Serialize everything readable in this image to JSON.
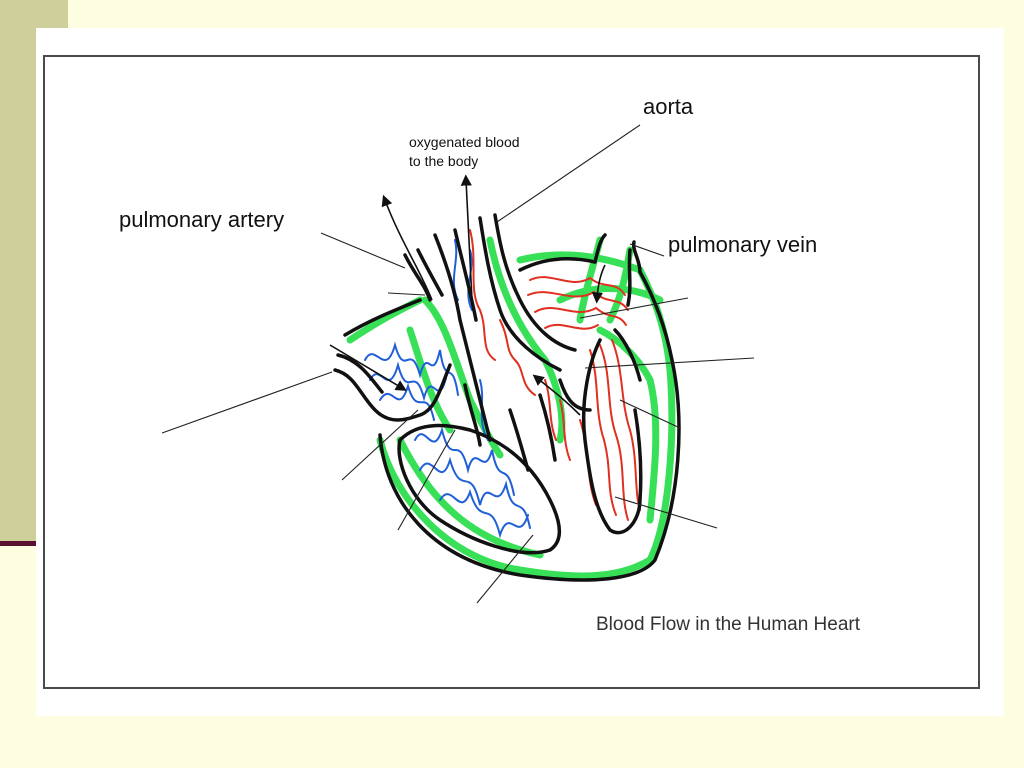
{
  "labels": {
    "aorta": "aorta",
    "oxygenated_line1": "oxygenated blood",
    "oxygenated_line2": "to the body",
    "pulmonary_artery": "pulmonary artery",
    "pulmonary_vein": "pulmonary vein",
    "caption": "Blood  Flow  in the Human Heart"
  },
  "colors": {
    "background": "#fdfde2",
    "sidebar": "#cfcf9c",
    "sidebar_rule": "#5a1030",
    "outline": "#111111",
    "muscle_wall": "#22dd44",
    "deoxygenated": "#1f5fd8",
    "oxygenated": "#e03020"
  }
}
